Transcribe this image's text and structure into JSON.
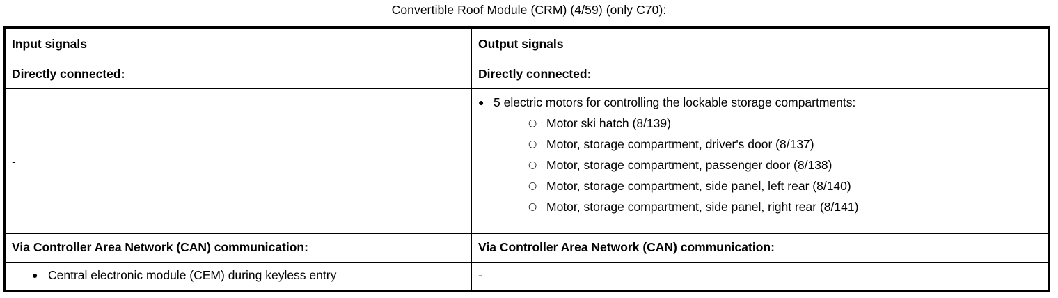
{
  "document": {
    "title": "Convertible Roof Module (CRM) (4/59) (only C70):"
  },
  "table": {
    "headers": {
      "input": "Input signals",
      "output": "Output signals"
    },
    "section_directly_connected": {
      "input": "Directly connected:",
      "output": "Directly connected:"
    },
    "directly_connected_body": {
      "input": "-",
      "output_bullet": "5 electric motors for controlling the lockable storage compartments:",
      "output_subitems": [
        "Motor ski hatch (8/139)",
        "Motor, storage compartment, driver's door (8/137)",
        "Motor, storage compartment, passenger door (8/138)",
        "Motor, storage compartment, side panel, left rear (8/140)",
        "Motor, storage compartment, side panel, right rear (8/141)"
      ]
    },
    "section_can": {
      "input": "Via Controller Area Network (CAN) communication:",
      "output": "Via Controller Area Network (CAN) communication:"
    },
    "can_body": {
      "input_bullet": "Central electronic module (CEM) during keyless entry",
      "output": "-"
    },
    "glyphs": {
      "bullet_filled": "●",
      "bullet_hollow": "○"
    }
  }
}
